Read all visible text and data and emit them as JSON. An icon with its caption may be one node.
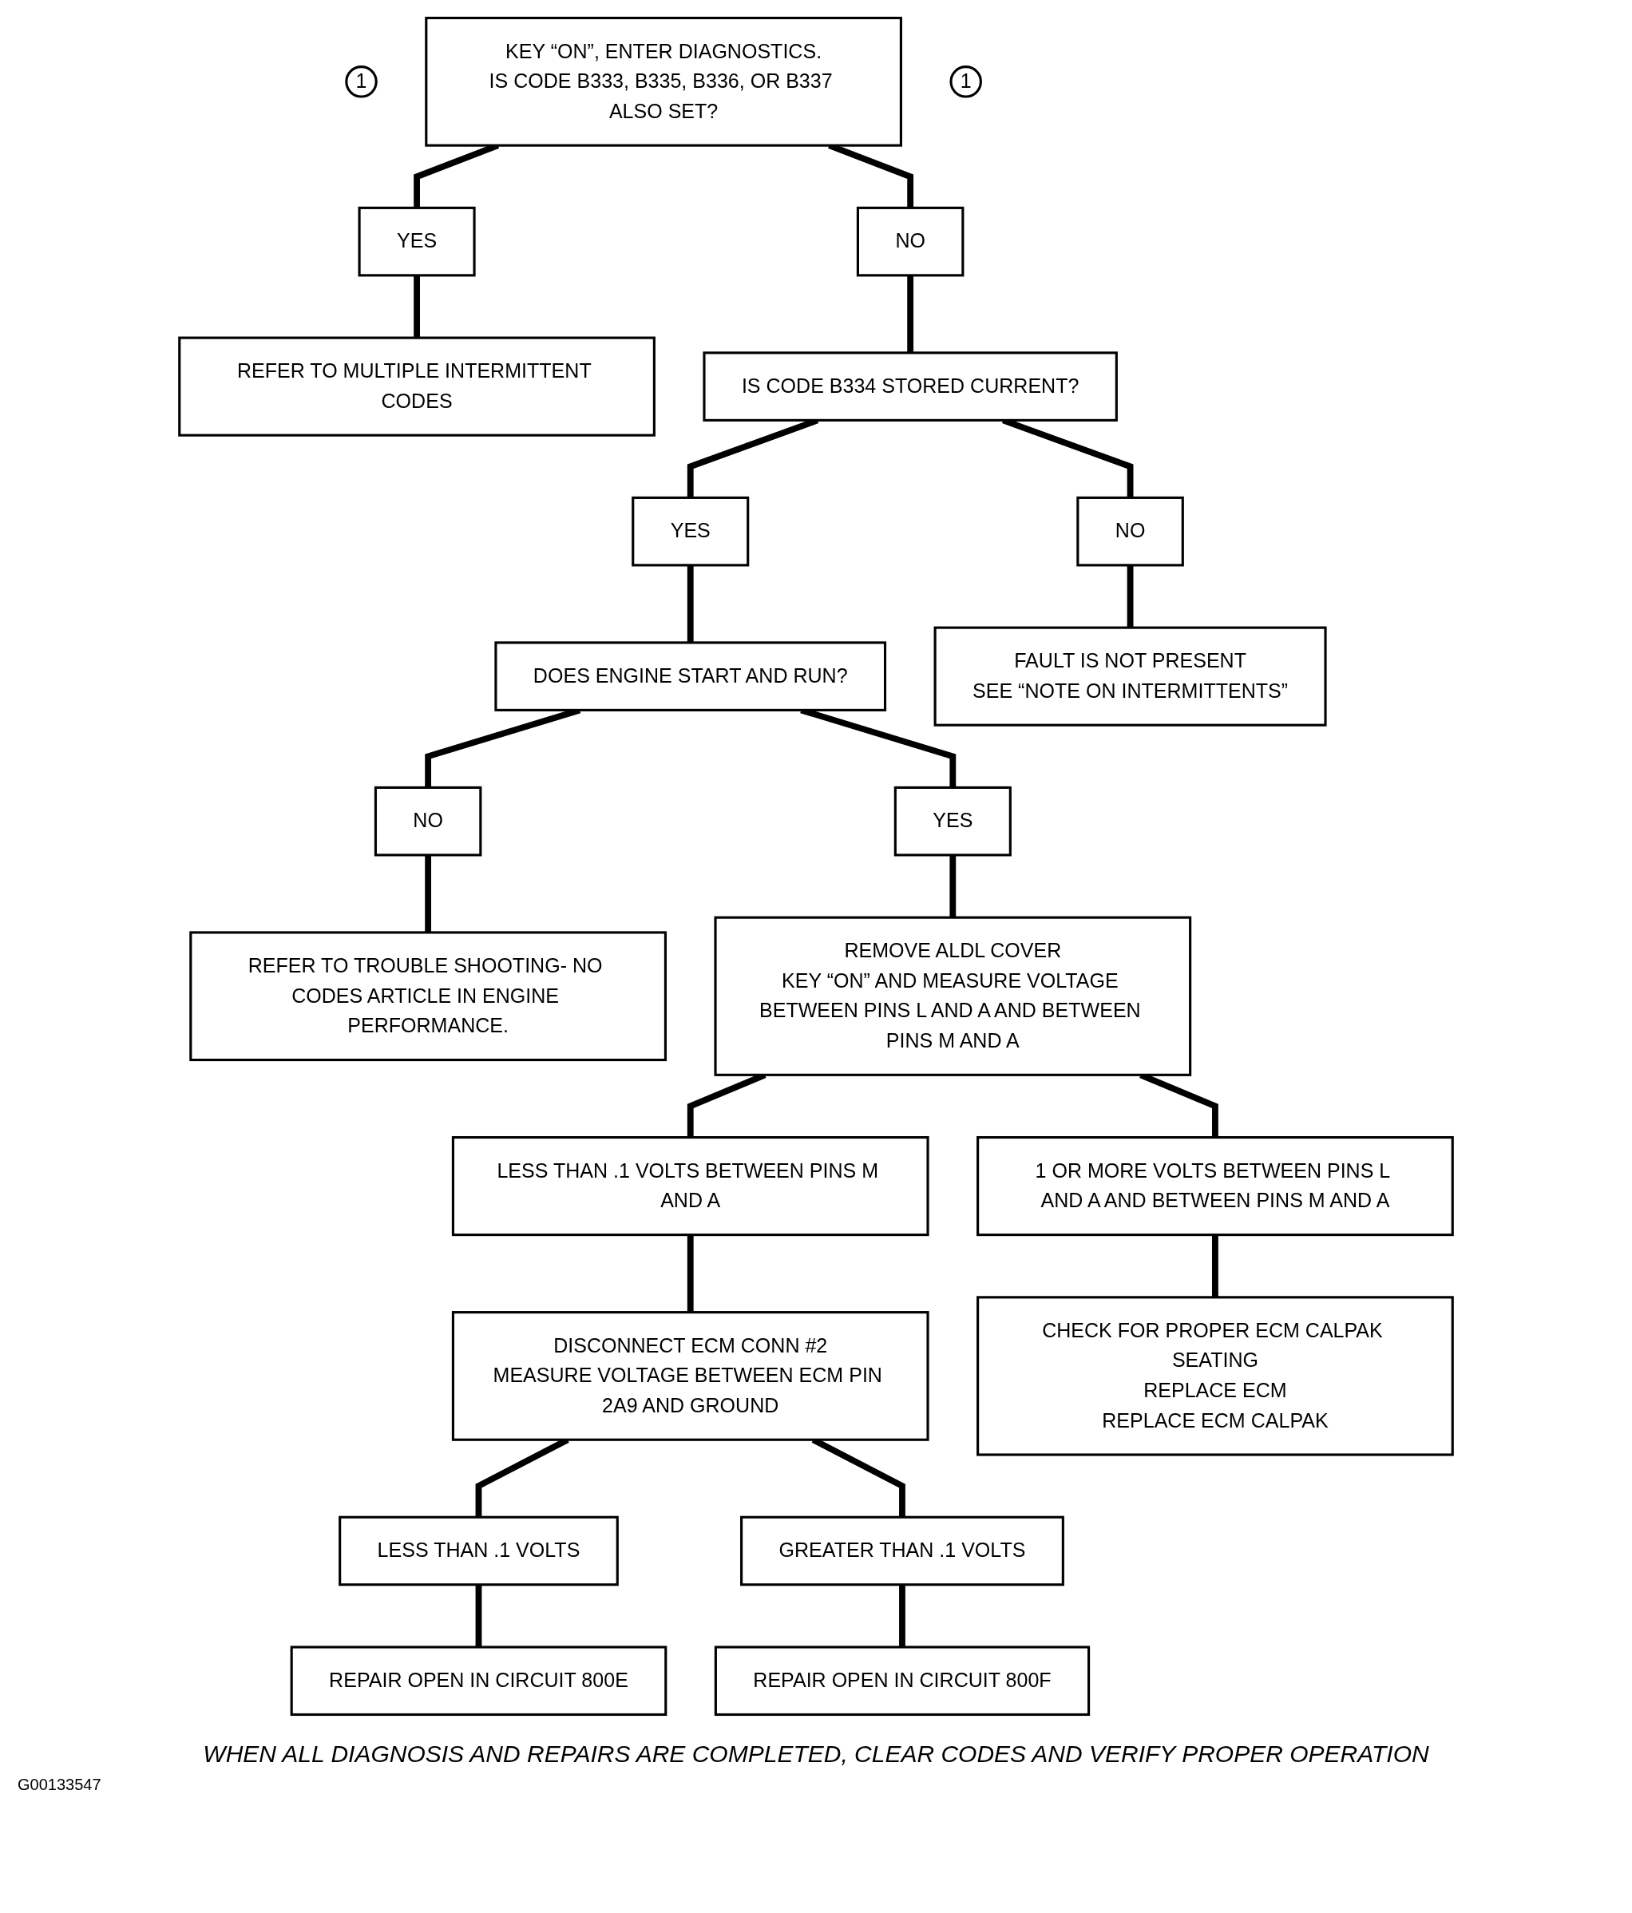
{
  "diagram": {
    "caption": "WHEN ALL DIAGNOSIS AND REPAIRS ARE COMPLETED, CLEAR CODES AND VERIFY PROPER OPERATION",
    "nodes": [
      {
        "text": [
          "1"
        ]
      },
      {
        "text": [
          "KEY “ON”, ENTER DIAGNOSTICS.",
          "IS CODE B333, B335, B336, OR B337 ALSO SET?"
        ]
      },
      {
        "text": [
          "NO"
        ]
      },
      {
        "text": [
          "YES"
        ]
      },
      {
        "text": [
          "REFER TO MULTIPLE INTERMITTENT CODES"
        ]
      },
      {
        "text": [
          "1"
        ]
      },
      {
        "text": [
          "IS CODE B334 STORED CURRENT?"
        ]
      },
      {
        "text": [
          "YES"
        ]
      },
      {
        "text": [
          "NO"
        ]
      },
      {
        "text": [
          "DOES ENGINE START AND RUN?"
        ]
      },
      {
        "text": [
          "FAULT IS NOT PRESENT",
          "SEE “NOTE ON INTERMITTENTS”"
        ]
      },
      {
        "text": [
          "YES"
        ]
      },
      {
        "text": [
          "NO"
        ]
      },
      {
        "text": [
          "REFER TO TROUBLE SHOOTING- NO CODES ARTICLE IN ENGINE PERFORMANCE."
        ]
      },
      {
        "text": [
          "REMOVE ALDL COVER",
          "KEY “ON” AND MEASURE VOLTAGE BETWEEN PINS L AND A AND BETWEEN PINS M AND A"
        ]
      },
      {
        "text": [
          "LESS THAN .1 VOLTS BETWEEN PINS M AND A"
        ]
      },
      {
        "text": [
          "1 OR MORE VOLTS BETWEEN PINS L AND A AND BETWEEN PINS M AND A"
        ]
      },
      {
        "text": [
          "DISCONNECT ECM CONN #2",
          "MEASURE VOLTAGE BETWEEN ECM PIN 2A9 AND GROUND"
        ]
      },
      {
        "text": [
          "CHECK FOR PROPER ECM CALPAK SEATING",
          "REPLACE ECM",
          "REPLACE ECM CALPAK"
        ]
      },
      {
        "text": [
          "LESS THAN .1 VOLTS"
        ]
      },
      {
        "text": [
          "GREATER THAN .1 VOLTS"
        ]
      },
      {
        "text": [
          "REPAIR OPEN IN CIRCUIT 800E"
        ]
      },
      {
        "text": [
          "REPAIR OPEN IN CIRCUIT 800F"
        ]
      }
    ],
    "edges": [
      {
        "from": 1,
        "to": 2,
        "arrow": "none"
      },
      {
        "from": 1,
        "to": 3,
        "arrow": "none"
      },
      {
        "from": 3,
        "to": 4,
        "arrow": "none"
      },
      {
        "from": 2,
        "to": 6,
        "arrow": "none"
      },
      {
        "from": 6,
        "to": 7,
        "arrow": "none"
      },
      {
        "from": 6,
        "to": 8,
        "arrow": "none"
      },
      {
        "from": 8,
        "to": 10,
        "arrow": "none"
      },
      {
        "from": 7,
        "to": 9,
        "arrow": "none"
      },
      {
        "from": 9,
        "to": 11,
        "arrow": "none"
      },
      {
        "from": 9,
        "to": 12,
        "arrow": "none"
      },
      {
        "from": 12,
        "to": 13,
        "arrow": "none"
      },
      {
        "from": 11,
        "to": 14,
        "arrow": "none"
      },
      {
        "from": 14,
        "to": 15,
        "arrow": "none"
      },
      {
        "from": 14,
        "to": 16,
        "arrow": "none"
      },
      {
        "from": 16,
        "to": 18,
        "arrow": "none"
      },
      {
        "from": 15,
        "to": 17,
        "arrow": "none"
      },
      {
        "from": 17,
        "to": 19,
        "arrow": "none"
      },
      {
        "from": 17,
        "to": 20,
        "arrow": "none"
      },
      {
        "from": 19,
        "to": 21,
        "arrow": "none"
      },
      {
        "from": 20,
        "to": 22,
        "arrow": "none"
      }
    ],
    "labels": [
      "G00133547"
    ]
  }
}
